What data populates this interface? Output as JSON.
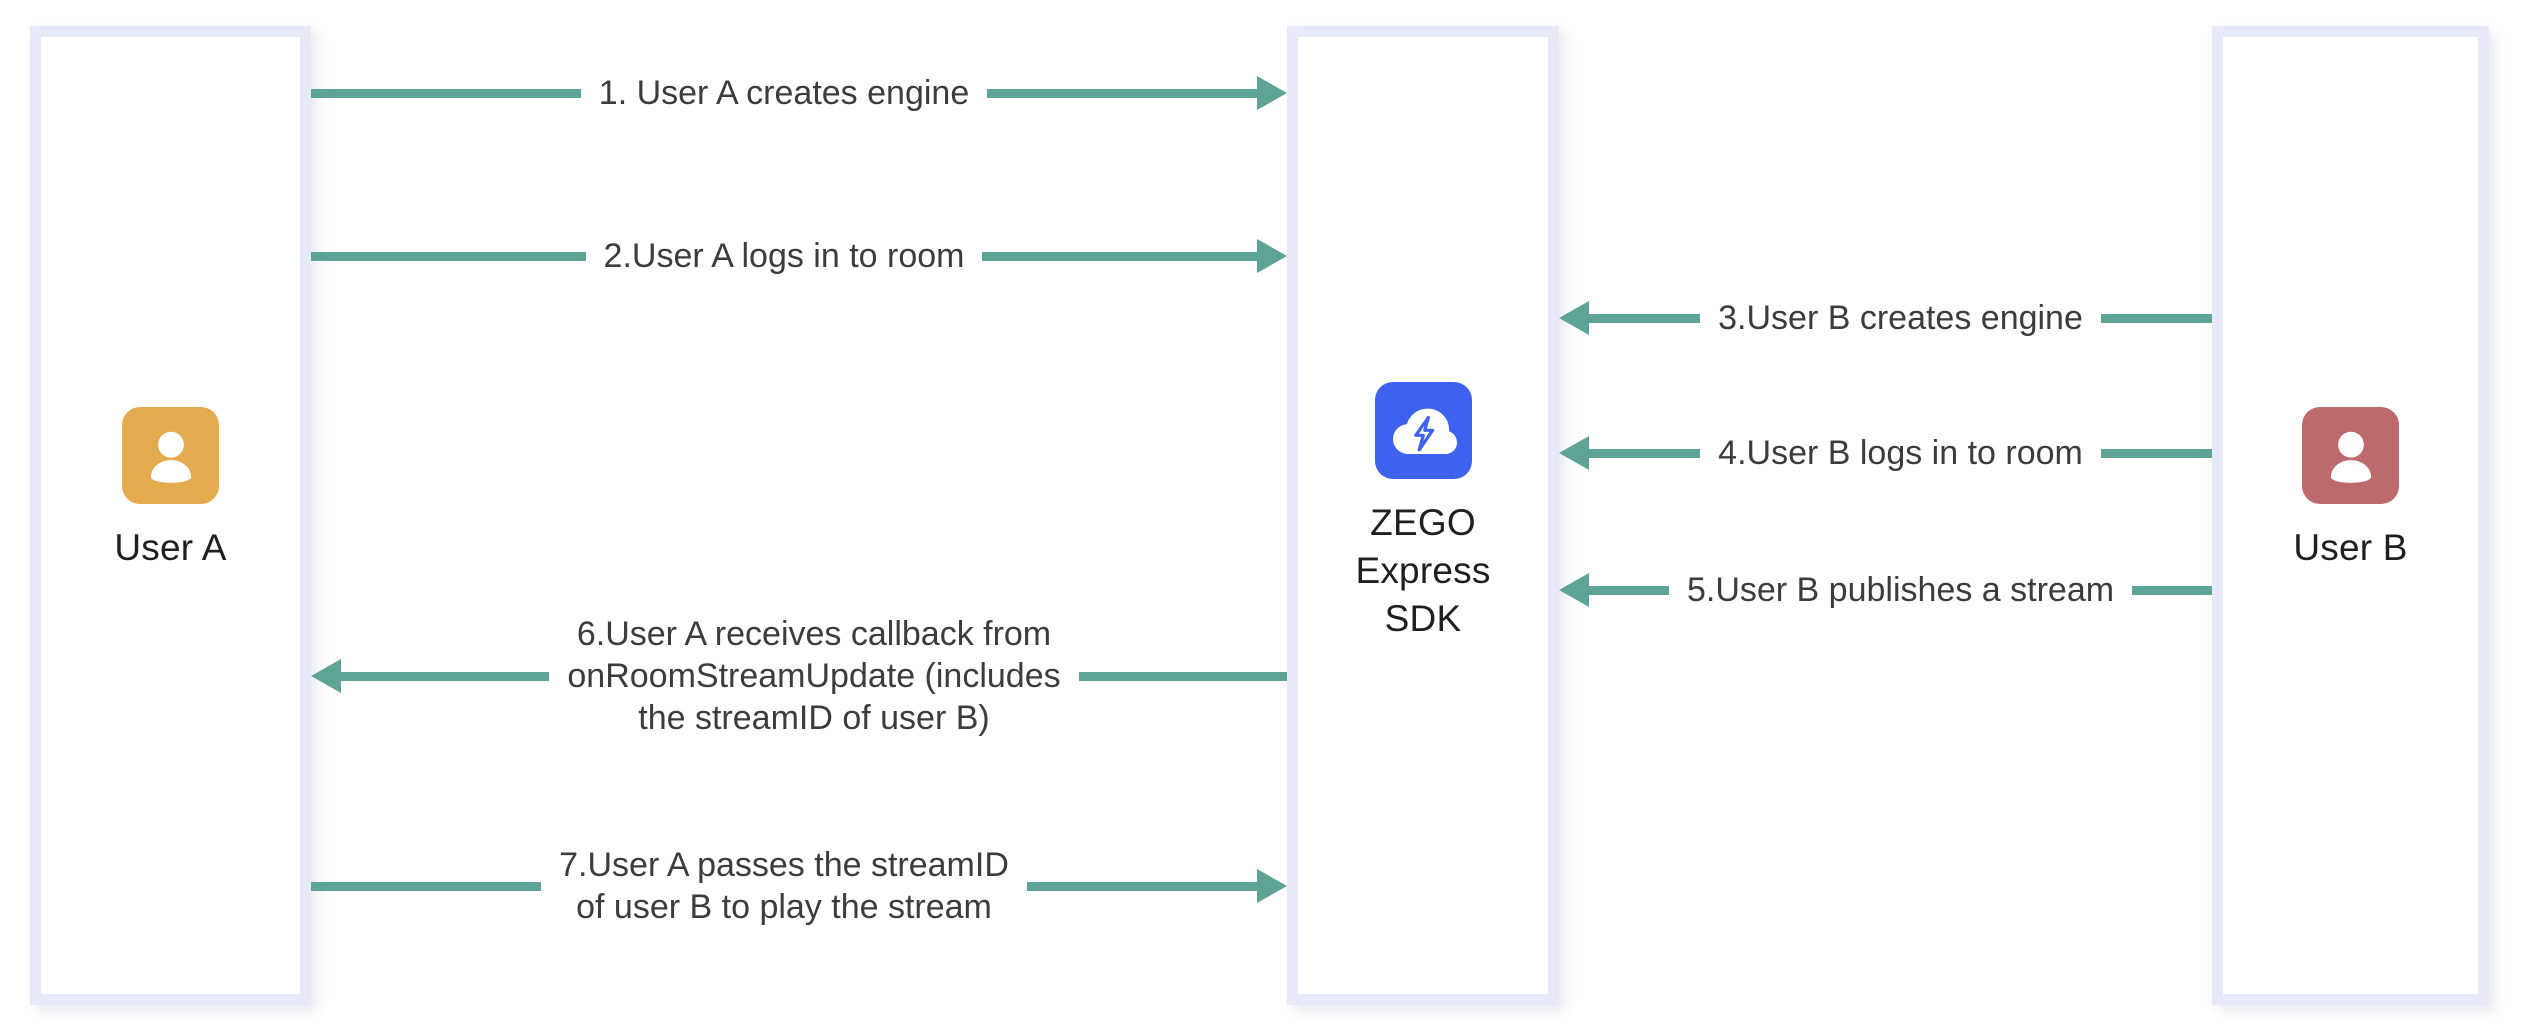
{
  "diagram": {
    "type": "sequence-diagram",
    "title_visible": false,
    "colors": {
      "lane_border": "#e6eaf8",
      "lane_fill": "#ffffff",
      "arrow": "#5fa396",
      "text": "#3c3c3c",
      "user_a_tile": "#e3ab4e",
      "user_b_tile": "#bc6a6e",
      "zego_tile": "#3f62ee"
    },
    "participants": [
      {
        "id": "user-a",
        "label": "User A",
        "icon": "person-avatar-icon",
        "tile_color": "#e3ab4e"
      },
      {
        "id": "zego-express-sdk",
        "label": "ZEGO\nExpress\nSDK",
        "icon": "cloud-lightning-icon",
        "tile_color": "#3f62ee"
      },
      {
        "id": "user-b",
        "label": "User B",
        "icon": "person-avatar-icon",
        "tile_color": "#bc6a6e"
      }
    ],
    "messages": [
      {
        "step": "1",
        "label": "1. User A creates engine",
        "from": "user-a",
        "to": "zego-express-sdk",
        "direction": "right"
      },
      {
        "step": "2",
        "label": "2.User A logs in to room",
        "from": "user-a",
        "to": "zego-express-sdk",
        "direction": "right"
      },
      {
        "step": "3",
        "label": "3.User B creates engine",
        "from": "user-b",
        "to": "zego-express-sdk",
        "direction": "left"
      },
      {
        "step": "4",
        "label": "4.User B logs in to room",
        "from": "user-b",
        "to": "zego-express-sdk",
        "direction": "left"
      },
      {
        "step": "5",
        "label": "5.User B publishes a stream",
        "from": "user-b",
        "to": "zego-express-sdk",
        "direction": "left"
      },
      {
        "step": "6",
        "label": "6.User A receives callback from\nonRoomStreamUpdate (includes\nthe streamID of user B)",
        "from": "zego-express-sdk",
        "to": "user-a",
        "direction": "left"
      },
      {
        "step": "7",
        "label": "7.User A passes the streamID\nof user B to play the stream",
        "from": "user-a",
        "to": "zego-express-sdk",
        "direction": "right"
      }
    ]
  }
}
